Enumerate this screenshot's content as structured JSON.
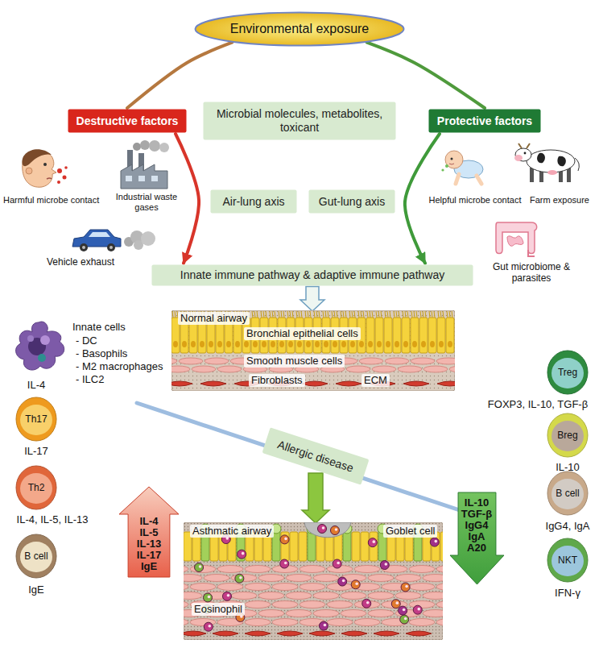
{
  "diagram": {
    "nodes": [
      {
        "text": [
          "Environmental exposure"
        ]
      },
      {
        "text": [
          "Destructive factors"
        ]
      },
      {
        "text": [
          "Microbial molecules, metabolites, toxicant"
        ]
      },
      {
        "text": [
          "Protective factors"
        ]
      },
      {
        "text": [
          "Air-lung axis"
        ]
      },
      {
        "text": [
          "Gut-lung axis"
        ]
      },
      {
        "text": [
          "Innate immune pathway & adaptive immune pathway"
        ]
      },
      {
        "text": [
          "Normal airway",
          "Bronchial epithelial cells",
          "Smooth muscle cells",
          "Fibroblasts",
          "ECM"
        ]
      },
      {
        "text": [
          "Treg"
        ]
      },
      {
        "text": [
          "Th17"
        ]
      },
      {
        "text": [
          "Breg"
        ]
      },
      {
        "text": [
          "Allergic disease"
        ]
      },
      {
        "text": [
          "IL-4",
          "IL-5",
          "IL-13",
          "IL-17",
          "IgE"
        ]
      },
      {
        "text": [
          "IL-10",
          "TGF-β",
          "IgG4",
          "IgA",
          "A20"
        ]
      },
      {
        "text": [
          "Th2"
        ]
      },
      {
        "text": [
          "B cell"
        ]
      },
      {
        "text": [
          "Asthmatic airway",
          "Goblet cell",
          "Eosinophil"
        ]
      },
      {
        "text": [
          "B cell"
        ]
      },
      {
        "text": [
          "NKT"
        ]
      }
    ],
    "edges": [
      {
        "from": 0,
        "to": 1,
        "arrow": "none"
      },
      {
        "from": 0,
        "to": 3,
        "arrow": "none"
      },
      {
        "from": 1,
        "to": 6,
        "arrow": "to"
      },
      {
        "from": 3,
        "to": 6,
        "arrow": "to"
      },
      {
        "from": 6,
        "to": 7,
        "arrow": "to"
      },
      {
        "from": 11,
        "to": 16,
        "arrow": "to"
      }
    ],
    "labels": [
      "Harmful microbe contact",
      "Industrial waste gases",
      "Helpful microbe contact",
      "Farm exposure",
      "Vehicle exhaust",
      "Gut microbiome & parasites",
      "Innate cells",
      "- DC",
      "- Basophils",
      "- M2 macrophages",
      "- ILC2",
      "IL-4",
      "FOXP3, IL-10, TGF-β",
      "IL-17",
      "IL-10",
      "IL-4, IL-5, IL-13",
      "IgG4, IgA",
      "IgE",
      "IFN-γ"
    ]
  }
}
